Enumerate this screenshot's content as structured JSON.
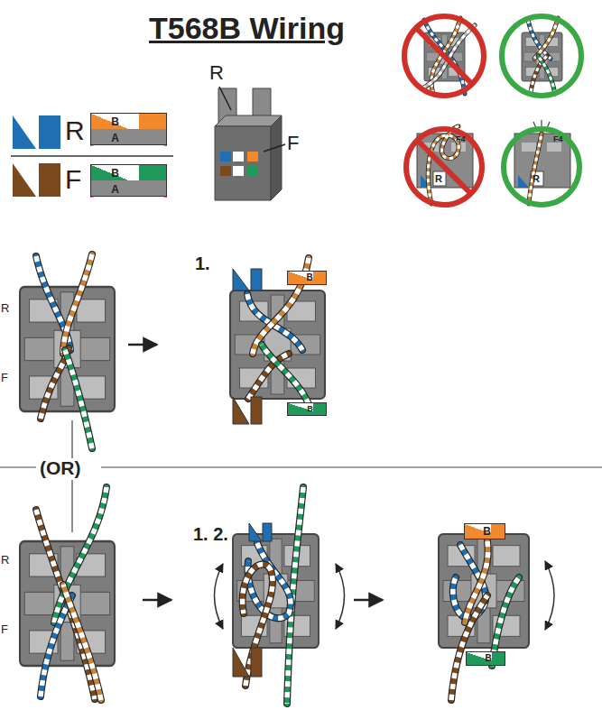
{
  "diagram": {
    "title": "T568B Wiring",
    "nodes": [
      {
        "text": [
          "B",
          "A"
        ]
      },
      {
        "text": [
          "B",
          "A"
        ]
      },
      {
        "text": [
          "B"
        ]
      },
      {
        "text": [
          "B"
        ]
      },
      {
        "text": [
          "B"
        ]
      },
      {
        "text": [
          "B"
        ]
      }
    ],
    "labels": [
      "R",
      "F",
      "R",
      "F",
      "F4",
      "R",
      "F4",
      "R",
      "R",
      "F",
      "1.",
      "(OR)",
      "R",
      "F",
      "1. 2."
    ]
  }
}
